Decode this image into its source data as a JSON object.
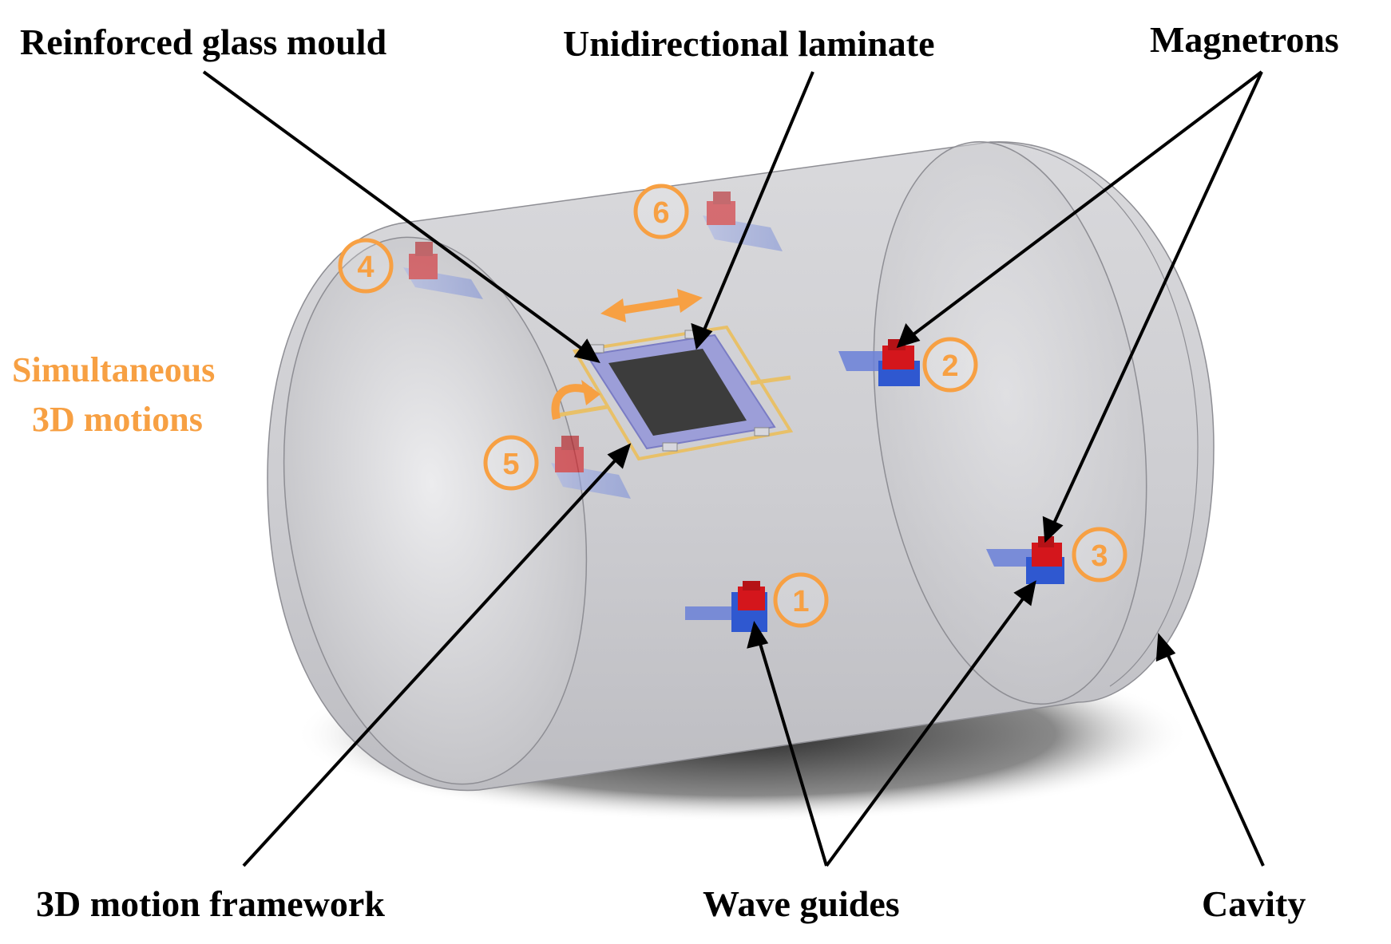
{
  "labels": {
    "reinforced_glass_mould": "Reinforced glass mould",
    "unidirectional_laminate": "Unidirectional laminate",
    "magnetrons": "Magnetrons",
    "simultaneous_line1": "Simultaneous",
    "simultaneous_line2": "3D motions",
    "motion_framework": "3D motion framework",
    "wave_guides": "Wave guides",
    "cavity": "Cavity"
  },
  "magnetron_numbers": [
    "1",
    "2",
    "3",
    "4",
    "5",
    "6"
  ],
  "colors": {
    "cavity": "#c8c8cc",
    "orange": "#f7a043",
    "waveguide": "#2f58d0",
    "magnetron": "#d4161c",
    "frame": "#e8c068",
    "laminate": "#3c3c3c"
  }
}
